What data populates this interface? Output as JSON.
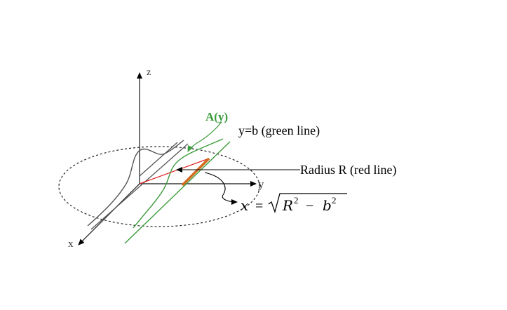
{
  "axes": {
    "x_label": "x",
    "y_label": "y",
    "z_label": "z"
  },
  "labels": {
    "area_function": "A(y)",
    "green_line_label": "y=b (green line)",
    "radius_label": "Radius R (red line)",
    "formula": {
      "lhs": "x",
      "equals": "=",
      "radicand_R": "R",
      "exponent_R": "2",
      "minus": "−",
      "radicand_b": "b",
      "exponent_b": "2"
    }
  },
  "colors": {
    "axis": "#3a3a3a",
    "curve": "#555555",
    "green": "#3a9a3a",
    "red": "#e02020",
    "orange": "#d2691e",
    "text": "#000000"
  }
}
